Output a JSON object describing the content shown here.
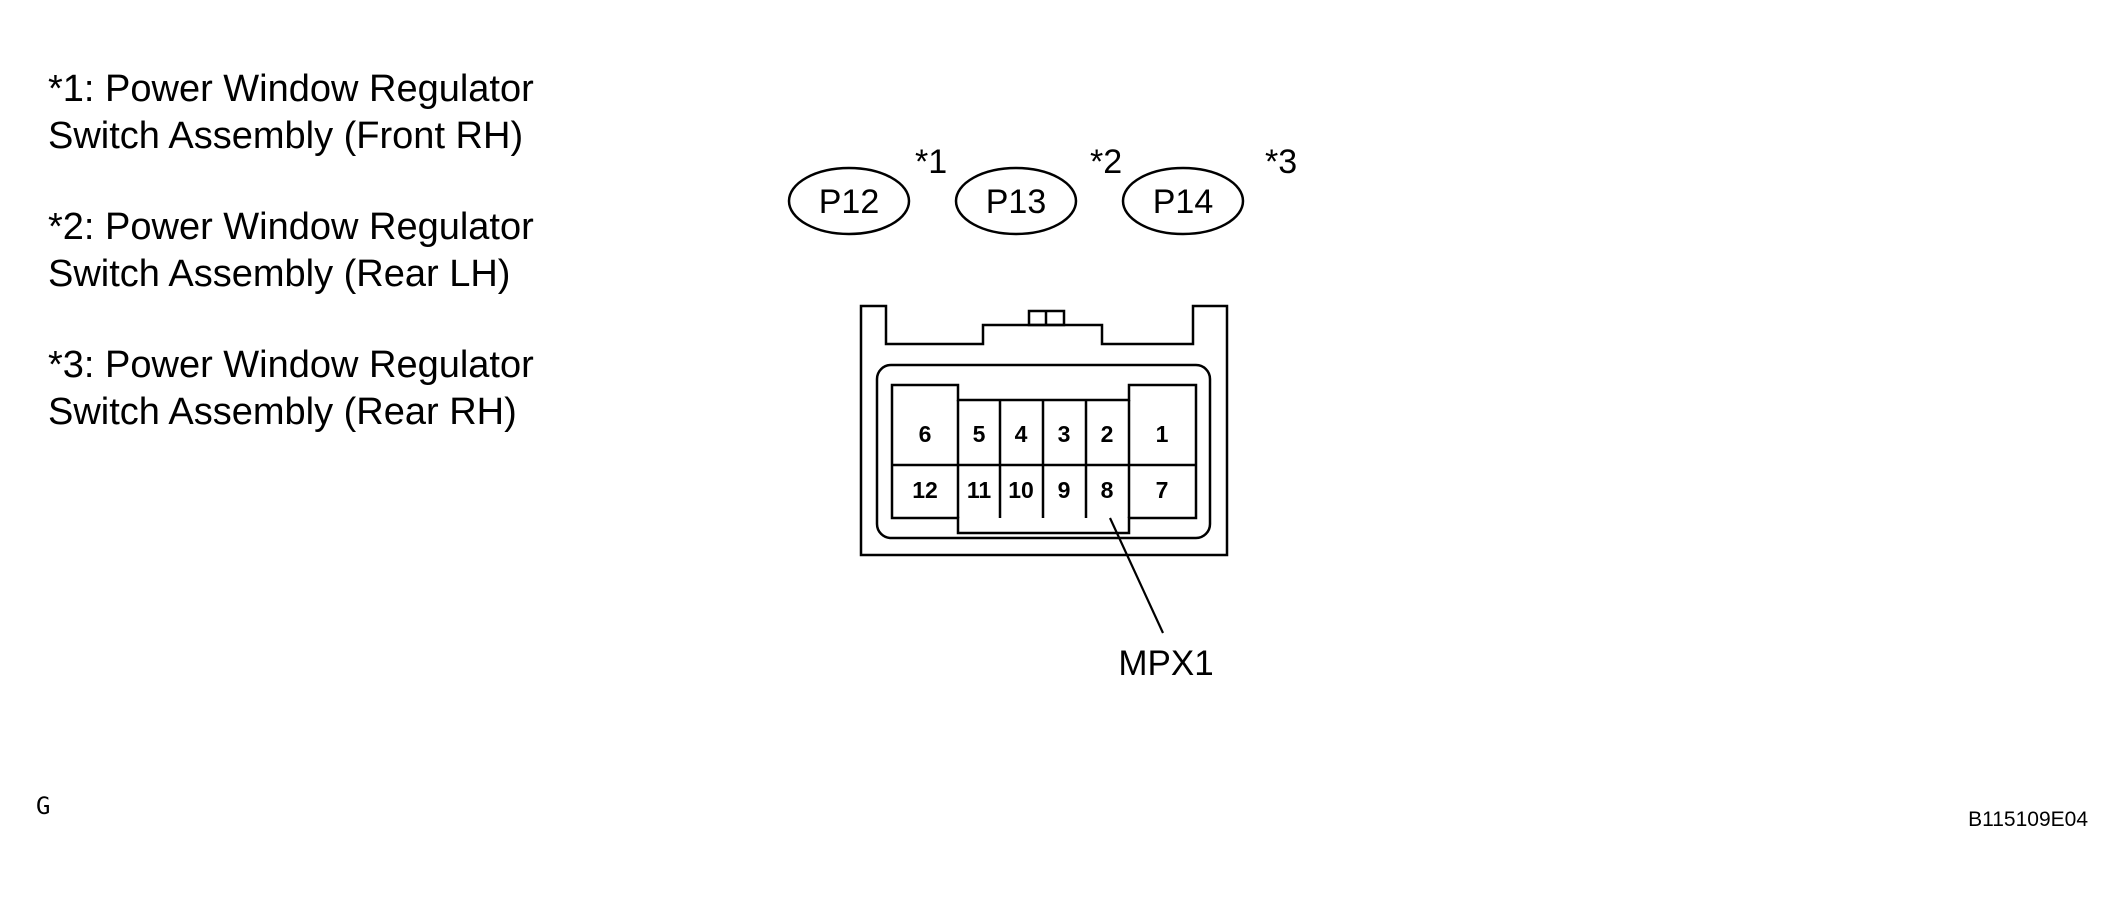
{
  "legend": [
    {
      "line1": "*1: Power Window Regulator",
      "line2": "Switch Assembly (Front RH)"
    },
    {
      "line1": "*2: Power Window Regulator",
      "line2": "Switch Assembly (Rear LH)"
    },
    {
      "line1": "*3: Power Window Regulator",
      "line2": "Switch Assembly (Rear RH)"
    }
  ],
  "connectors": [
    {
      "label": "P12",
      "ref": "*1"
    },
    {
      "label": "P13",
      "ref": "*2"
    },
    {
      "label": "P14",
      "ref": "*3"
    }
  ],
  "pins": {
    "top_row": [
      "6",
      "5",
      "4",
      "3",
      "2",
      "1"
    ],
    "bottom_row": [
      "12",
      "11",
      "10",
      "9",
      "8",
      "7"
    ]
  },
  "callout": {
    "pin": "8",
    "label": "MPX1"
  },
  "corner_left": "G",
  "figure_id": "B115109E04"
}
